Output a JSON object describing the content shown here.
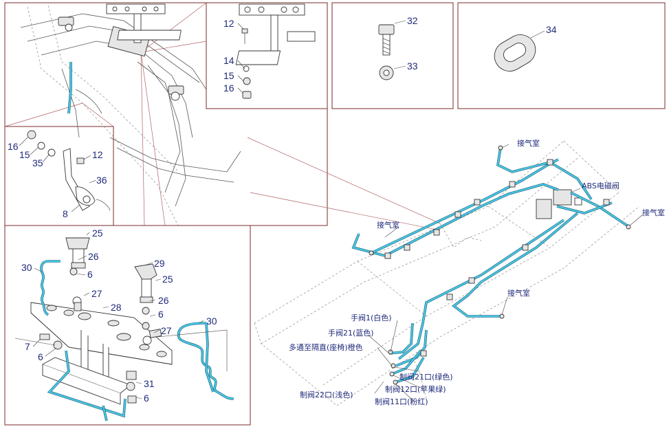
{
  "part_numbers": {
    "inset_top_mid": [
      "12",
      "14",
      "15",
      "16"
    ],
    "inset_bolt": [
      "32",
      "33"
    ],
    "inset_grommet": [
      "34"
    ],
    "inset_left_mid": [
      "16",
      "15",
      "35",
      "12",
      "36",
      "8"
    ],
    "inset_bottom": [
      "25",
      "30",
      "26",
      "6",
      "29",
      "25",
      "27",
      "26",
      "28",
      "6",
      "27",
      "30",
      "7",
      "6",
      "31",
      "6"
    ]
  },
  "pipe_labels": {
    "air_chamber_top": "接气室",
    "abs_valve": "ABS电磁阀",
    "air_chamber_right": "接气室",
    "air_chamber_left": "接气室",
    "air_chamber_mid": "接气室",
    "hand_valve_1": "手阀1(白色)",
    "hand_valve_21": "手阀21(蓝色)",
    "multi_pass": "多通至隔直(座椅)橙色",
    "brake_valve_21": "制阀21口(绿色)",
    "brake_valve_12": "制阀12口(苹果绿)",
    "brake_valve_22": "制阀22口(浅色)",
    "brake_valve_11": "制阀11口(粉红)"
  },
  "colors": {
    "pipe": "#49c6e5",
    "pipe_outline": "#1a5d6e",
    "label": "#1f2a7a",
    "frame": "#7a2a2a"
  }
}
